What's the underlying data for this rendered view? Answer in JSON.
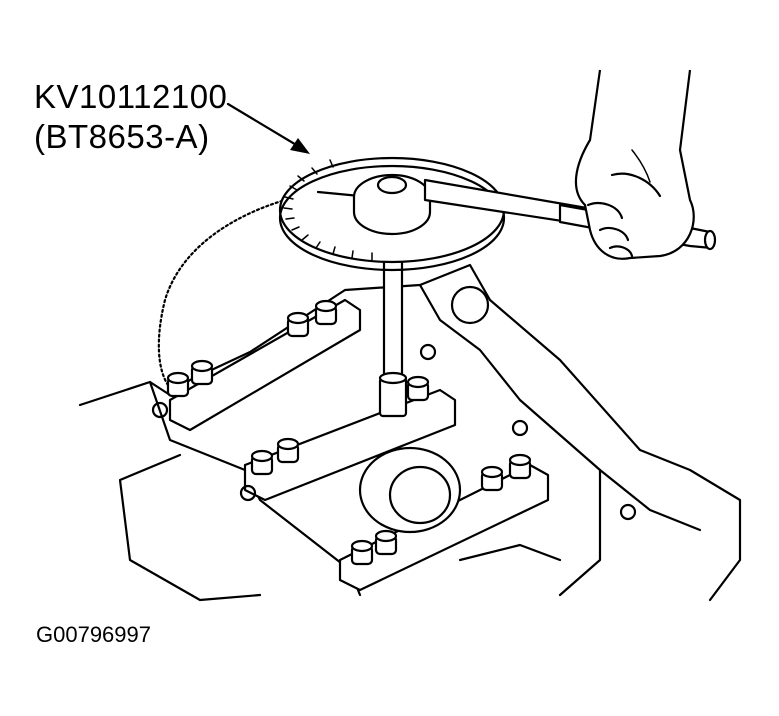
{
  "callout": {
    "part_number": "KV10112100",
    "alt_number": "(BT8653-A)"
  },
  "figure_id": "G00796997",
  "colors": {
    "line": "#000000",
    "background": "#ffffff"
  }
}
